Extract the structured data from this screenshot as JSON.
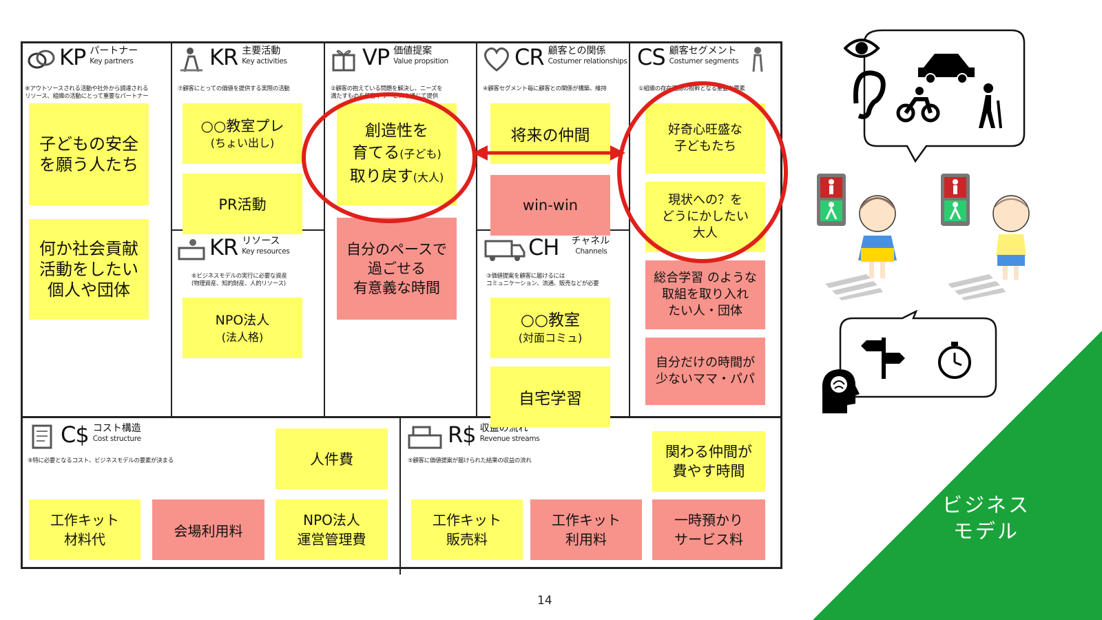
{
  "page_number": "14",
  "title": "ビジネス\nモデル",
  "colors": {
    "note_yellow": "#ffff66",
    "note_pink": "#f8938b",
    "ring_red": "#e0201b",
    "accent_green": "#1aa33a"
  },
  "sections": {
    "kp": {
      "abbr": "KP",
      "jp": "パートナー",
      "en": "Key partners",
      "desc": "⑧アウトソースされる活動や社外から調達される\nリソース、組織の活動にとって重要なパートナー"
    },
    "kr": {
      "abbr": "KR",
      "jp": "主要活動",
      "en": "Key activities",
      "desc": "⑦顧客にとっての価値を提供する実際の活動"
    },
    "vp": {
      "abbr": "VP",
      "jp": "価値提案",
      "en": "Value propsition",
      "desc": "②顧客の抱えている問題を解決し、ニーズを\n満たすものを顧客やサービスを通じて提供"
    },
    "cr": {
      "abbr": "CR",
      "jp": "顧客との関係",
      "en": "Costumer relationships",
      "desc": "④顧客セグメント毎に顧客との関係が構築、維持"
    },
    "cs": {
      "abbr": "CS",
      "jp": "顧客セグメント",
      "en": "Costumer segments",
      "desc": "①組織の存在理由の根幹となる重要な要素"
    },
    "kres": {
      "abbr": "KR",
      "jp": "リソース",
      "en": "Key resources",
      "desc": "⑥ビジネスモデルの実行に必要な資産\n(物理資産、知的財産、人的リソース)"
    },
    "ch": {
      "abbr": "CH",
      "jp": "チャネル",
      "en": "Channels",
      "desc": "③価値提案を顧客に届けるには\nコミュニケーション、流通、販売などが必要"
    },
    "cost": {
      "abbr": "C$",
      "jp": "コスト構造",
      "en": "Cost structure",
      "desc": "⑨特に必要となるコスト、ビジネスモデルの要素が決まる"
    },
    "rev": {
      "abbr": "R$",
      "jp": "収益の流れ",
      "en": "Revenue streams",
      "desc": "⑤顧客に価値提案が届けられた結果の収益の流れ"
    }
  },
  "notes": {
    "kp1": "子どもの安全\nを願う人たち",
    "kp2": "何か社会貢献\n活動をしたい\n個人や団体",
    "kr1_main": "○○教室プレ",
    "kr1_sub": "(ちょい出し)",
    "kr2": "PR活動",
    "kres1_main": "NPO法人",
    "kres1_sub": "(法人格)",
    "vp1_l1": "創造性を",
    "vp1_l2a": "育てる",
    "vp1_l2b": "(子ども)",
    "vp1_l3a": "取り戻す",
    "vp1_l3b": "(大人)",
    "vp2": "自分のペースで\n過ごせる\n有意義な時間",
    "cr1": "将来の仲間",
    "cr2": "win-win",
    "ch1_main": "○○教室",
    "ch1_sub": "(対面コミュ)",
    "ch2": "自宅学習",
    "cs1": "好奇心旺盛な\n子どもたち",
    "cs2": "現状への？を\nどうにかしたい\n大人",
    "cs3": "総合学習 のような\n取組を取り入れ\nたい人・団体",
    "cs4": "自分だけの時間が\n少ないママ・パパ",
    "cost1": "人件費",
    "cost2": "工作キット\n材料代",
    "cost3": "会場利用料",
    "cost4": "NPO法人\n運営管理費",
    "rev1": "関わる仲間が\n費やす時間",
    "rev2": "工作キット\n販売料",
    "rev3": "工作キット\n利用料",
    "rev4": "一時預かり\nサービス料"
  },
  "icons": [
    "eye-icon",
    "ear-icon",
    "car-icon",
    "motorcycle-icon",
    "elderly-person-icon",
    "traffic-light-icon",
    "child-girl-icon",
    "child-boy-icon",
    "crosswalk-icon",
    "brain-head-icon",
    "signpost-icon",
    "stopwatch-icon"
  ]
}
